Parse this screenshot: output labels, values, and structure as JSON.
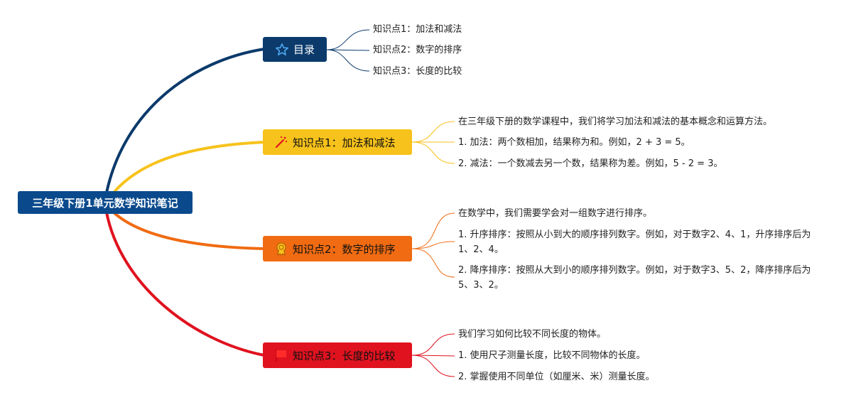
{
  "root": {
    "label": "三年级下册1单元数学知识笔记",
    "color": "#0a4a8c"
  },
  "branches": [
    {
      "label": "目录",
      "icon": "star-icon",
      "color": "#0b3a6b",
      "leaves": [
        "知识点1：加法和减法",
        "知识点2：数字的排序",
        "知识点3：长度的比较"
      ]
    },
    {
      "label": "知识点1：加法和减法",
      "icon": "sparkle-icon",
      "color": "#f7c21b",
      "leaves": [
        "在三年级下册的数学课程中，我们将学习加法和减法的基本概念和运算方法。",
        "1. 加法：两个数相加，结果称为和。例如，2 + 3 = 5。",
        "2. 减法：一个数减去另一个数，结果称为差。例如，5 - 2 = 3。"
      ]
    },
    {
      "label": "知识点2：数字的排序",
      "icon": "medal-icon",
      "color": "#f06b12",
      "leaves": [
        "在数学中，我们需要学会对一组数字进行排序。",
        "1. 升序排序：按照从小到大的顺序排列数字。例如，对于数字2、4、1，升序排序后为1、2、4。",
        "2. 降序排序：按照从大到小的顺序排列数字。例如，对于数字3、5、2，降序排序后为5、3、2。"
      ]
    },
    {
      "label": "知识点3：长度的比较",
      "icon": "flag-icon",
      "color": "#e0121f",
      "leaves": [
        "我们学习如何比较不同长度的物体。",
        "1. 使用尺子测量长度，比较不同物体的长度。",
        "2. 掌握使用不同单位（如厘米、米）测量长度。"
      ]
    }
  ]
}
